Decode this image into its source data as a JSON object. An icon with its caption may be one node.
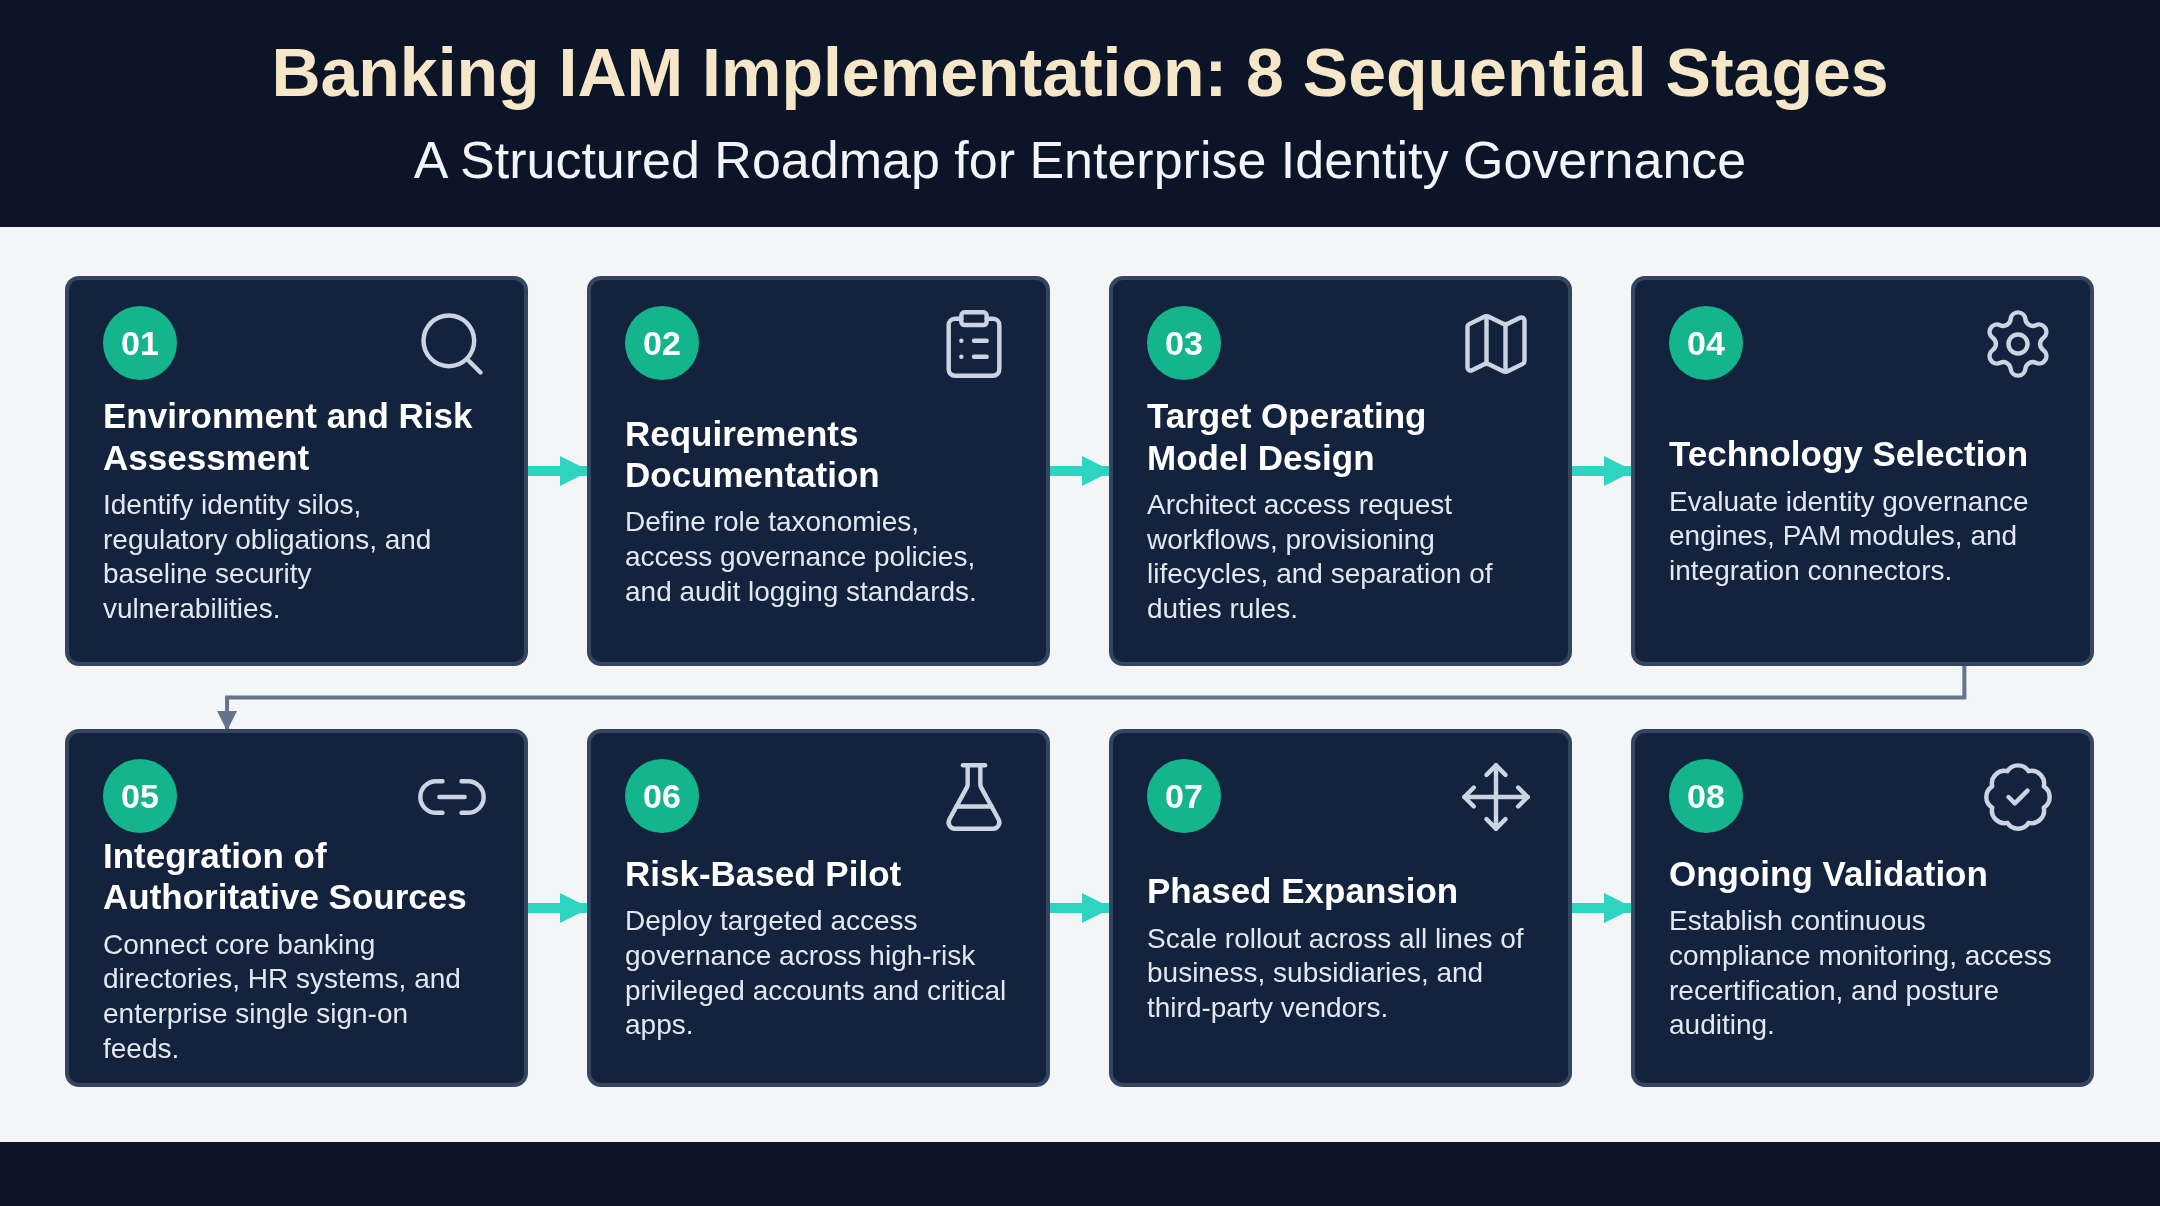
{
  "diagram": {
    "title": "Banking IAM Implementation: 8 Sequential Stages",
    "caption": "A Structured Roadmap for Enterprise Identity Governance",
    "nodes": [
      {
        "text": [
          "01",
          "Environment and Risk Assessment",
          "Identify identity silos, regulatory obligations, and baseline security vulnerabilities."
        ]
      },
      {
        "text": [
          "02",
          "Requirements Documentation",
          "Define role taxonomies, access governance policies, and audit logging standards."
        ]
      },
      {
        "text": [
          "03",
          "Target Operating Model Design",
          "Architect access request workflows, provisioning lifecycles, and separation of duties rules."
        ]
      },
      {
        "text": [
          "04",
          "Technology Selection",
          "Evaluate identity governance engines, PAM modules, and integration connectors."
        ]
      },
      {
        "text": [
          "05",
          "Integration of Authoritative Sources",
          "Connect core banking directories, HR systems, and enterprise single sign-on feeds."
        ]
      },
      {
        "text": [
          "06",
          "Risk-Based Pilot",
          "Deploy targeted access governance across high-risk privileged accounts and critical apps."
        ]
      },
      {
        "text": [
          "07",
          "Phased Expansion",
          "Scale rollout across all lines of business, subsidiaries, and third-party vendors."
        ]
      },
      {
        "text": [
          "08",
          "Ongoing Validation",
          "Establish continuous compliance monitoring, access recertification, and posture auditing."
        ]
      }
    ],
    "edges": [
      {
        "from": 0,
        "to": 1,
        "arrow": "to"
      },
      {
        "from": 1,
        "to": 2,
        "arrow": "to"
      },
      {
        "from": 2,
        "to": 3,
        "arrow": "to"
      },
      {
        "from": 3,
        "to": 4,
        "arrow": "to",
        "color": "#64748b"
      },
      {
        "from": 4,
        "to": 5,
        "arrow": "to"
      },
      {
        "from": 5,
        "to": 6,
        "arrow": "to"
      },
      {
        "from": 6,
        "to": 7,
        "arrow": "to"
      }
    ]
  }
}
